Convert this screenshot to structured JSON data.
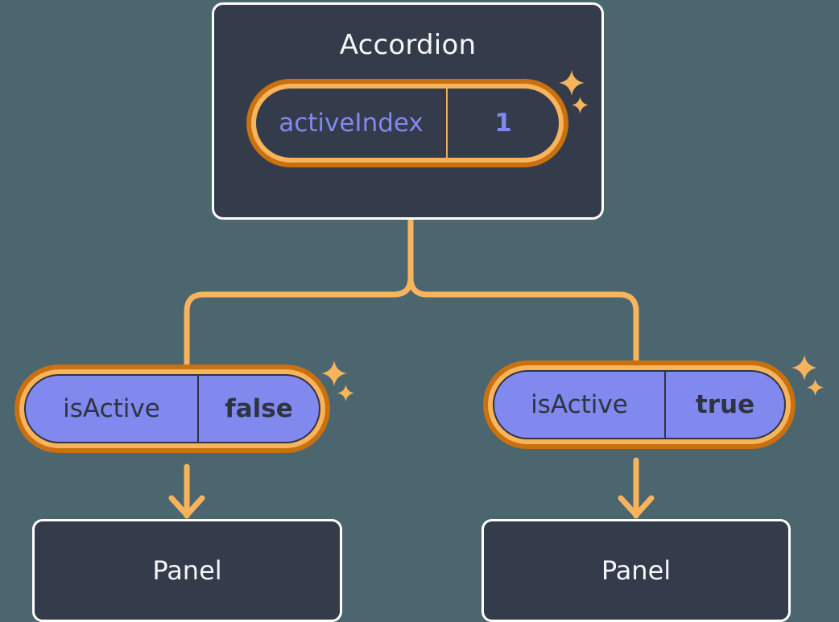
{
  "diagram": {
    "background_color": "#4c6670",
    "accent_color": "#f7b45c",
    "accent_dark_color": "#c9700f",
    "violet_color": "#8188ee",
    "card_color": "#343b4a"
  },
  "accordion": {
    "title": "Accordion",
    "prop": {
      "key": "activeIndex",
      "value": "1"
    },
    "sparkle_large": "sparkle-icon",
    "sparkle_small": "sparkle-icon"
  },
  "branches": [
    {
      "id": "left",
      "prop": {
        "key": "isActive",
        "value": "false"
      },
      "panel": {
        "title": "Panel"
      }
    },
    {
      "id": "right",
      "prop": {
        "key": "isActive",
        "value": "true"
      },
      "panel": {
        "title": "Panel"
      }
    }
  ]
}
